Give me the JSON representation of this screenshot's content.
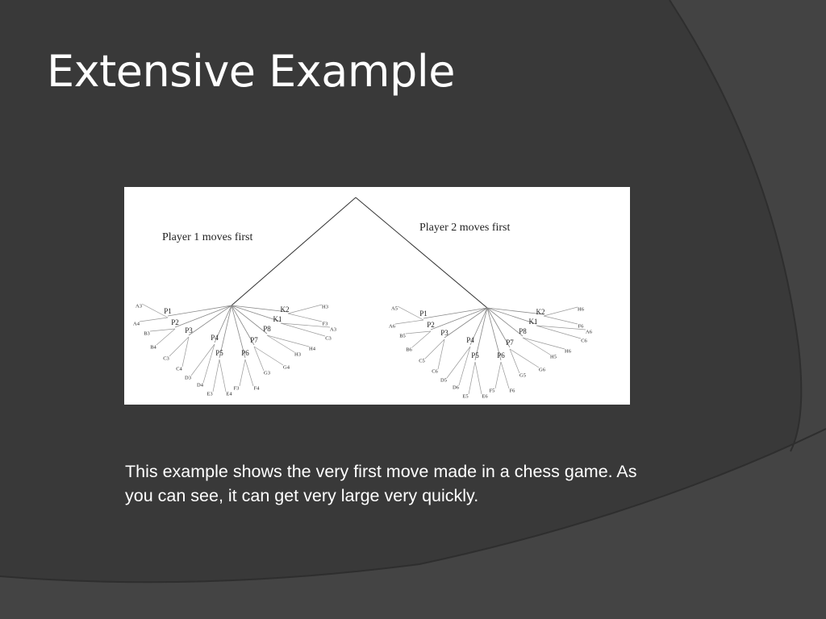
{
  "slide": {
    "title": "Extensive Example",
    "caption": "This example shows the very first move made in a chess game. As you can see, it can get very large very quickly."
  },
  "diagram": {
    "type": "game-tree",
    "root": {
      "branches": [
        {
          "label": "Player 1 moves first",
          "moves": [
            {
              "label": "P1",
              "children": [
                "A3",
                "A4"
              ]
            },
            {
              "label": "P2",
              "children": [
                "B3",
                "B4"
              ]
            },
            {
              "label": "P3",
              "children": [
                "C3",
                "C4"
              ]
            },
            {
              "label": "P4",
              "children": [
                "D3",
                "D4"
              ]
            },
            {
              "label": "P5",
              "children": [
                "E3",
                "E4"
              ]
            },
            {
              "label": "P6",
              "children": [
                "F3",
                "F4"
              ]
            },
            {
              "label": "P7",
              "children": [
                "G3",
                "G4"
              ]
            },
            {
              "label": "P8",
              "children": [
                "H3",
                "H4"
              ]
            },
            {
              "label": "K1",
              "children": [
                "A3",
                "C3"
              ]
            },
            {
              "label": "K2",
              "children": [
                "H3",
                "F3"
              ]
            }
          ]
        },
        {
          "label": "Player 2 moves first",
          "moves": [
            {
              "label": "P1",
              "children": [
                "A5",
                "A6"
              ]
            },
            {
              "label": "P2",
              "children": [
                "B5",
                "B6"
              ]
            },
            {
              "label": "P3",
              "children": [
                "C5",
                "C6"
              ]
            },
            {
              "label": "P4",
              "children": [
                "D5",
                "D6"
              ]
            },
            {
              "label": "P5",
              "children": [
                "E5",
                "E6"
              ]
            },
            {
              "label": "P6",
              "children": [
                "F5",
                "F6"
              ]
            },
            {
              "label": "P7",
              "children": [
                "G5",
                "G6"
              ]
            },
            {
              "label": "P8",
              "children": [
                "H5",
                "H6"
              ]
            },
            {
              "label": "K1",
              "children": [
                "A6",
                "C6"
              ]
            },
            {
              "label": "K2",
              "children": [
                "H6",
                "F6"
              ]
            }
          ]
        }
      ]
    }
  }
}
